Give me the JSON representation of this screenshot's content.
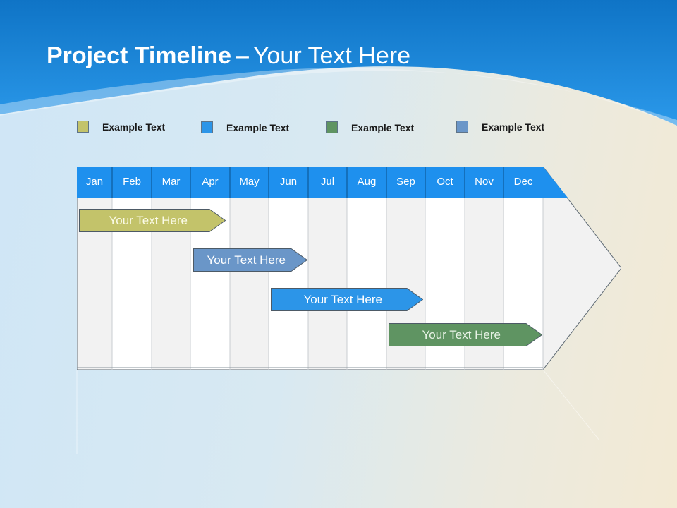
{
  "slide": {
    "title_bold": "Project Timeline",
    "title_separator": "–",
    "title_rest": "Your Text Here"
  },
  "legend": [
    {
      "label": "Example Text",
      "color": "#c3c36a"
    },
    {
      "label": "Example Text",
      "color": "#2c95e8"
    },
    {
      "label": "Example Text",
      "color": "#5f9462"
    },
    {
      "label": "Example Text",
      "color": "#6a96c8"
    }
  ],
  "timeline": {
    "months": [
      "Jan",
      "Feb",
      "Mar",
      "Apr",
      "May",
      "Jun",
      "Jul",
      "Aug",
      "Sep",
      "Oct",
      "Nov",
      "Dec"
    ],
    "header_color": "#1e90ee",
    "tasks": [
      {
        "label": "Your  Text Here",
        "start_month": "Jan",
        "end_month": "Apr",
        "color": "#c3c36a",
        "text_color": "#fbfbe8"
      },
      {
        "label": "Your  Text Here",
        "start_month": "Apr",
        "end_month": "Jun",
        "color": "#6a96c8",
        "text_color": "#ffffff"
      },
      {
        "label": "Your  Text Here",
        "start_month": "Jun",
        "end_month": "Sep",
        "color": "#2c95e8",
        "text_color": "#ffffff"
      },
      {
        "label": "Your  Text Here",
        "start_month": "Sep",
        "end_month": "Dec",
        "color": "#5f9462",
        "text_color": "#e8f3e6"
      }
    ]
  }
}
